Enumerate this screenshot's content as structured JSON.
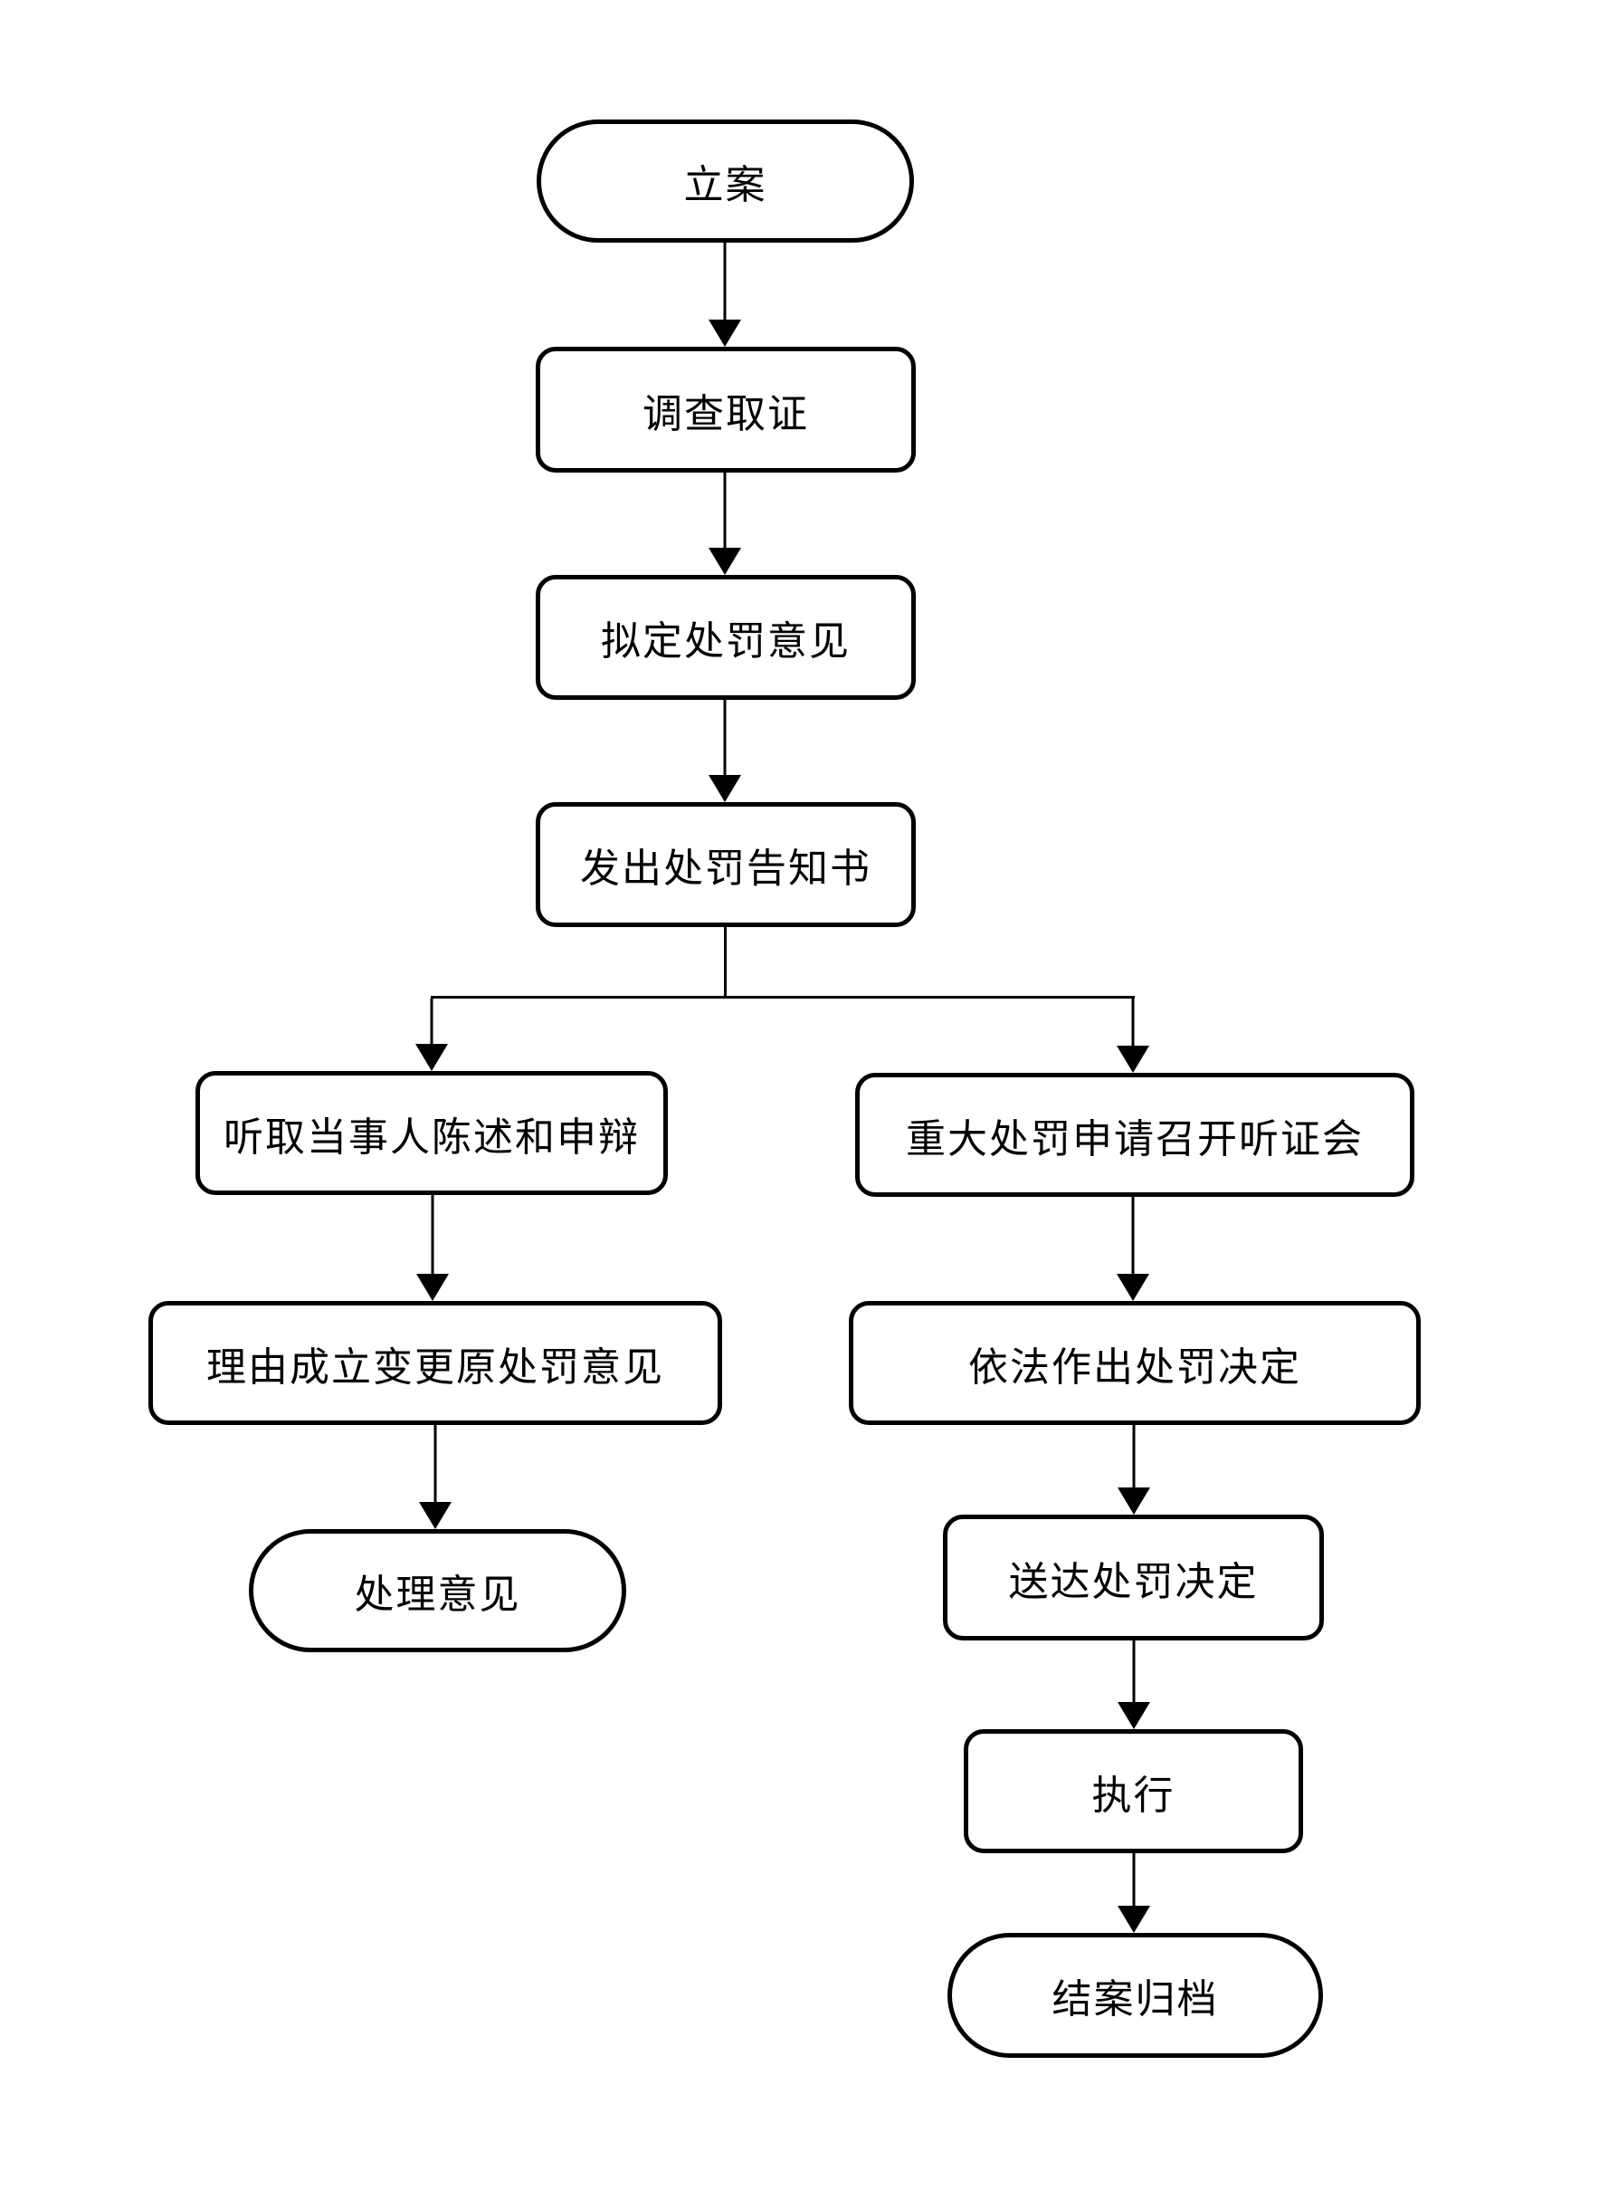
{
  "diagram": {
    "type": "flowchart",
    "background_color": "#ffffff",
    "line_color": "#000000",
    "node_fill_color": "#ffffff",
    "nodes": {
      "filing": {
        "label": "立案",
        "shape": "stadium"
      },
      "investigation": {
        "label": "调查取证",
        "shape": "rounded-rect"
      },
      "draft_opinion": {
        "label": "拟定处罚意见",
        "shape": "rounded-rect"
      },
      "issue_notice": {
        "label": "发出处罚告知书",
        "shape": "rounded-rect"
      },
      "hear_defense": {
        "label": "听取当事人陈述和申辩",
        "shape": "rounded-rect"
      },
      "major_hearing": {
        "label": "重大处罚申请召开听证会",
        "shape": "rounded-rect"
      },
      "change_opinion": {
        "label": "理由成立变更原处罚意见",
        "shape": "rounded-rect"
      },
      "make_decision": {
        "label": "依法作出处罚决定",
        "shape": "rounded-rect"
      },
      "handling_opinion": {
        "label": "处理意见",
        "shape": "stadium"
      },
      "deliver_decision": {
        "label": "送达处罚决定",
        "shape": "rounded-rect"
      },
      "execution": {
        "label": "执行",
        "shape": "rounded-rect"
      },
      "close_archive": {
        "label": "结案归档",
        "shape": "stadium"
      }
    },
    "edges": [
      {
        "from": "filing",
        "to": "investigation"
      },
      {
        "from": "investigation",
        "to": "draft_opinion"
      },
      {
        "from": "draft_opinion",
        "to": "issue_notice"
      },
      {
        "from": "issue_notice",
        "to": "hear_defense"
      },
      {
        "from": "issue_notice",
        "to": "major_hearing"
      },
      {
        "from": "hear_defense",
        "to": "change_opinion"
      },
      {
        "from": "change_opinion",
        "to": "handling_opinion"
      },
      {
        "from": "major_hearing",
        "to": "make_decision"
      },
      {
        "from": "make_decision",
        "to": "deliver_decision"
      },
      {
        "from": "deliver_decision",
        "to": "execution"
      },
      {
        "from": "execution",
        "to": "close_archive"
      }
    ]
  }
}
